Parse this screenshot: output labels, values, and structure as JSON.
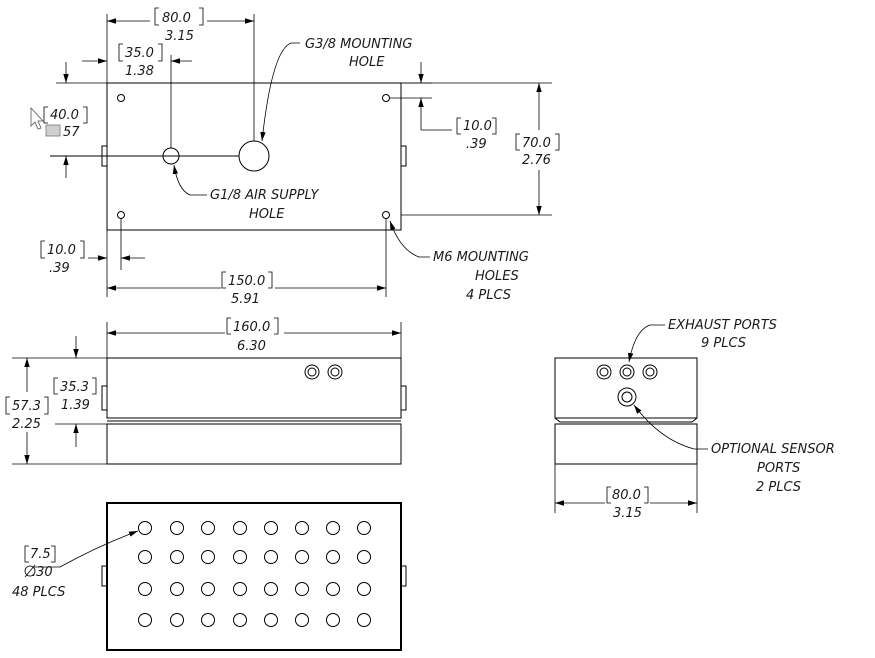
{
  "top_view": {
    "dim_80": {
      "metric": "80.0",
      "inch": "3.15"
    },
    "dim_35": {
      "metric": "35.0",
      "inch": "1.38"
    },
    "dim_40": {
      "metric": "40.0",
      "inch": "57"
    },
    "g38_label": {
      "line1": "G3/8 MOUNTING",
      "line2": "HOLE"
    },
    "dim_10_right": {
      "metric": "10.0",
      "inch": ".39"
    },
    "dim_70": {
      "metric": "70.0",
      "inch": "2.76"
    },
    "g18_label": {
      "line1": "G1/8 AIR SUPPLY",
      "line2": "HOLE"
    },
    "dim_10_left": {
      "metric": "10.0",
      "inch": ".39"
    },
    "m6_label": {
      "line1": "M6 MOUNTING",
      "line2": "HOLES",
      "line3": "4 PLCS"
    },
    "dim_150": {
      "metric": "150.0",
      "inch": "5.91"
    }
  },
  "front_view": {
    "dim_160": {
      "metric": "160.0",
      "inch": "6.30"
    },
    "dim_57": {
      "metric": "57.3",
      "inch": "2.25"
    },
    "dim_35": {
      "metric": "35.3",
      "inch": "1.39"
    }
  },
  "side_view": {
    "exhaust_label": {
      "line1": "EXHAUST PORTS",
      "line2": "9 PLCS"
    },
    "sensor_label": {
      "line1": "OPTIONAL SENSOR",
      "line2": "PORTS",
      "line3": "2 PLCS"
    },
    "dim_80": {
      "metric": "80.0",
      "inch": "3.15"
    }
  },
  "bottom_view": {
    "hole_label": {
      "metric": "7.5",
      "inch": ".30",
      "count": "48 PLCS"
    }
  }
}
